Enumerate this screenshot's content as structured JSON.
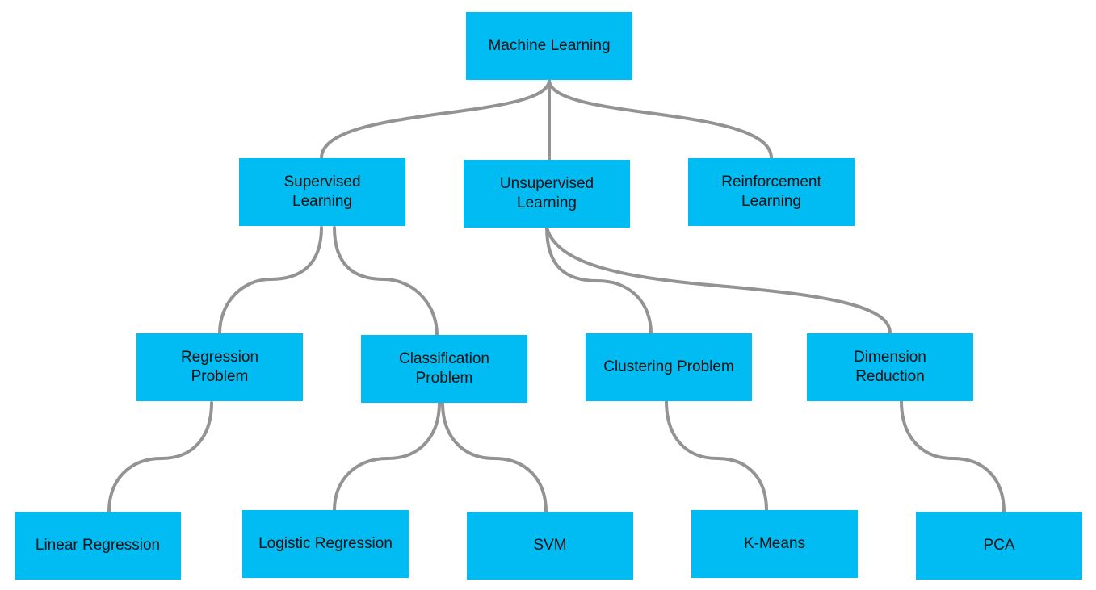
{
  "diagram": {
    "nodes": {
      "machine_learning": "Machine Learning",
      "supervised_learning": "Supervised\nLearning",
      "unsupervised_learning": "Unsupervised\nLearning",
      "reinforcement_learning": "Reinforcement\nLearning",
      "regression_problem": "Regression\nProblem",
      "classification_problem": "Classification\nProblem",
      "clustering_problem": "Clustering Problem",
      "dimension_reduction": "Dimension\nReduction",
      "linear_regression": "Linear Regression",
      "logistic_regression": "Logistic Regression",
      "svm": "SVM",
      "k_means": "K-Means",
      "pca": "PCA"
    },
    "edges": [
      [
        "machine_learning",
        "supervised_learning"
      ],
      [
        "machine_learning",
        "unsupervised_learning"
      ],
      [
        "machine_learning",
        "reinforcement_learning"
      ],
      [
        "supervised_learning",
        "regression_problem"
      ],
      [
        "supervised_learning",
        "classification_problem"
      ],
      [
        "unsupervised_learning",
        "clustering_problem"
      ],
      [
        "unsupervised_learning",
        "dimension_reduction"
      ],
      [
        "regression_problem",
        "linear_regression"
      ],
      [
        "classification_problem",
        "logistic_regression"
      ],
      [
        "classification_problem",
        "svm"
      ],
      [
        "clustering_problem",
        "k_means"
      ],
      [
        "dimension_reduction",
        "pca"
      ]
    ],
    "colors": {
      "node_fill": "#00bcf2",
      "connector": "#939393",
      "text": "#111111"
    }
  }
}
